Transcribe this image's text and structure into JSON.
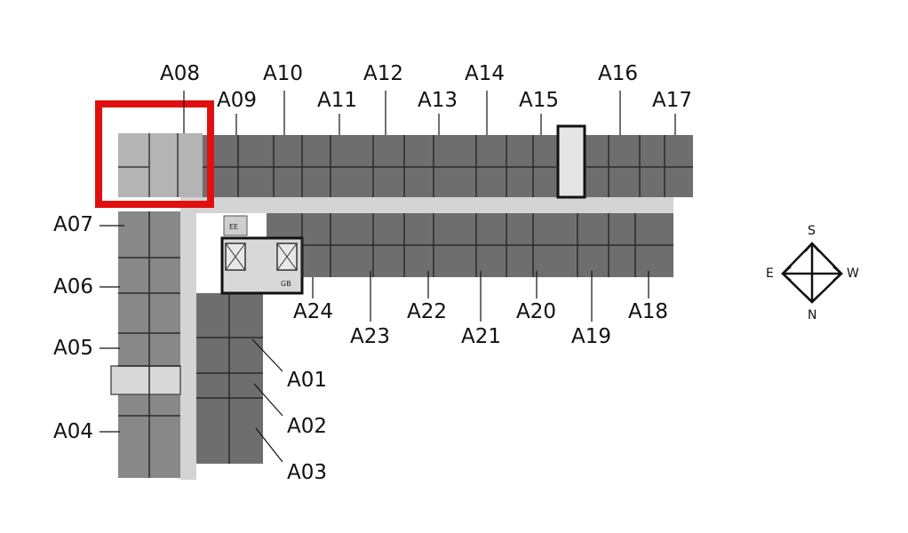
{
  "units": {
    "A01": "A01",
    "A02": "A02",
    "A03": "A03",
    "A04": "A04",
    "A05": "A05",
    "A06": "A06",
    "A07": "A07",
    "A08": "A08",
    "A09": "A09",
    "A10": "A10",
    "A11": "A11",
    "A12": "A12",
    "A13": "A13",
    "A14": "A14",
    "A15": "A15",
    "A16": "A16",
    "A17": "A17",
    "A18": "A18",
    "A19": "A19",
    "A20": "A20",
    "A21": "A21",
    "A22": "A22",
    "A23": "A23",
    "A24": "A24"
  },
  "highlighted_unit": "A08",
  "highlight_color": "#e01010",
  "compass": {
    "top": "S",
    "bottom": "N",
    "left": "E",
    "right": "W"
  },
  "room_labels": {
    "ee": "EE",
    "gb": "GB"
  }
}
